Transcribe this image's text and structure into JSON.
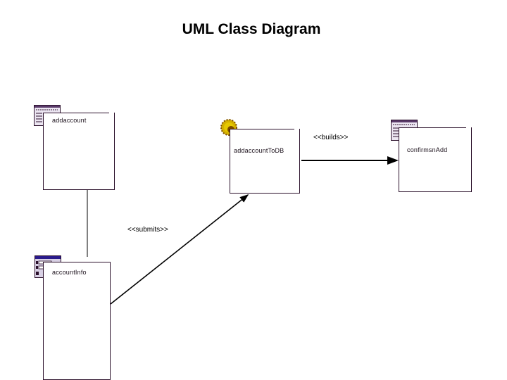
{
  "title": "UML Class Diagram",
  "classes": [
    {
      "id": "addaccount",
      "name": "addaccount",
      "icon": "boundary-form-icon"
    },
    {
      "id": "addaccountToDB",
      "name": "addaccountToDB",
      "icon": "control-gear-icon"
    },
    {
      "id": "confirmsnAdd",
      "name": "confirmsnAdd",
      "icon": "boundary-form-icon"
    },
    {
      "id": "accountInfo",
      "name": "accountInfo",
      "icon": "form-window-icon"
    }
  ],
  "relations": [
    {
      "from": "addaccountToDB",
      "to": "confirmsnAdd",
      "type": "dependency",
      "label": "<<builds>>"
    },
    {
      "from": "accountInfo",
      "to": "addaccountToDB",
      "type": "dependency",
      "label": "<<submits>>"
    },
    {
      "from": "accountInfo",
      "to": "addaccount",
      "type": "aggregation",
      "label": ""
    }
  ],
  "colors": {
    "outline": "#2a0f2a",
    "fold": "#8a7f8a",
    "gear": "#c8a800",
    "gear_dark": "#7a4a00",
    "window_bar": "#3a1a5a",
    "window_bg": "#e8e0f0"
  }
}
